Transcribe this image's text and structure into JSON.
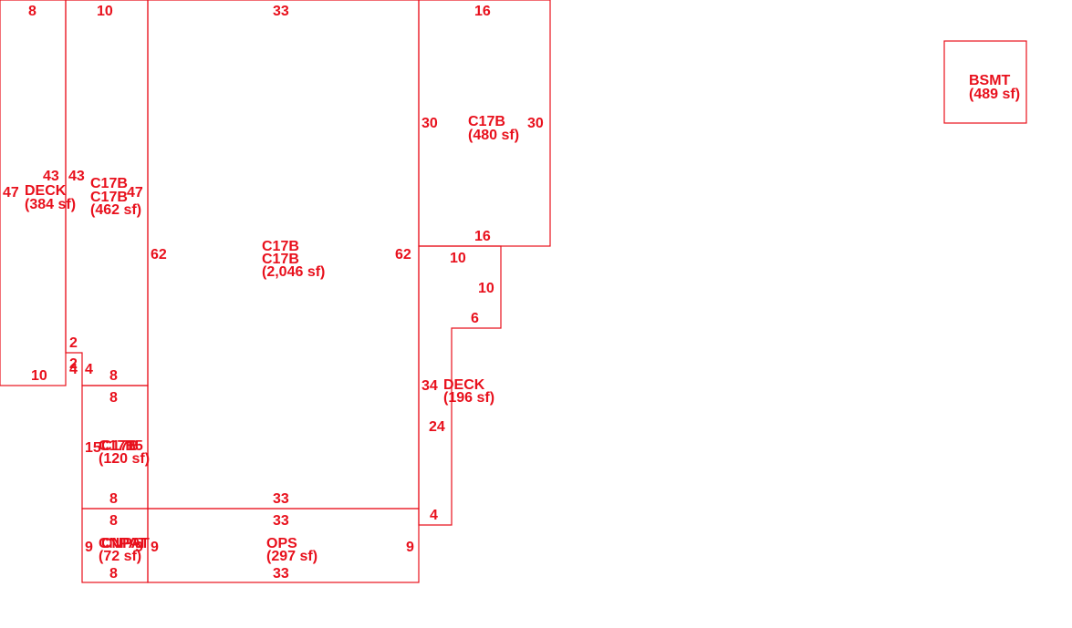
{
  "colors": {
    "line": "#e8101c",
    "background": "#ffffff"
  },
  "areas": {
    "deck_left": {
      "name": "DECK",
      "area": "(384 sf)"
    },
    "c17b_strip": {
      "name1": "C17B",
      "name2": "C17B",
      "area": "(462 sf)"
    },
    "c17b_main": {
      "name1": "C17B",
      "name2": "C17B",
      "area": "(2,046 sf)"
    },
    "c17b_upper_right": {
      "name": "C17B",
      "area": "(480 sf)"
    },
    "deck_right": {
      "name": "DECK",
      "area": "(196 sf)"
    },
    "c17b_small": {
      "name1": "C17B",
      "name2": "C17B",
      "area": "(120 sf)"
    },
    "cnpat": {
      "name1": "CNPAT",
      "name2": "CNPAT",
      "area": "(72 sf)"
    },
    "ops": {
      "name": "OPS",
      "area": "(297 sf)"
    },
    "bsmt": {
      "name": "BSMT",
      "area": "(489 sf)"
    }
  },
  "dims": {
    "deck_top": "8",
    "deck_left": "47",
    "deck_right": "43",
    "deck_bottom": "10",
    "strip_top": "10",
    "strip_left": "43",
    "strip_right": "47",
    "strip_notch_a": "2",
    "strip_notch_b": "2",
    "strip_notch_c": "4",
    "strip_notch_d": "4",
    "strip_bottom": "8",
    "main_top": "33",
    "main_left": "62",
    "main_right": "62",
    "ur_top": "16",
    "ur_left": "30",
    "ur_right": "30",
    "ur_bottom": "16",
    "dr_top": "10",
    "dr_right_upper": "10",
    "dr_step": "6",
    "dr_left": "34",
    "dr_right_lower": "24",
    "dr_bottom": "4",
    "small_top": "8",
    "small_left": "15",
    "small_right": "15",
    "small_bottom": "8",
    "cn_top": "8",
    "cn_left": "9",
    "cn_right": "9",
    "cn_bottom": "8",
    "ops_top_upper": "33",
    "ops_top": "33",
    "ops_right": "9",
    "ops_left": "9",
    "ops_bottom": "33"
  }
}
